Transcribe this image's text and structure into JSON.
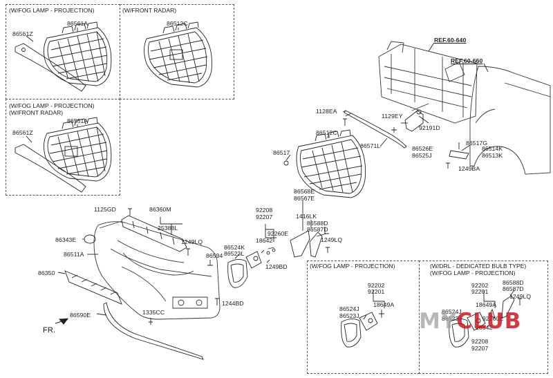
{
  "inset_headers": {
    "fog_projection": "(W/FOG LAMP - PROJECTION)",
    "front_radar": "(W/FRONT RADAR)",
    "fog_projection_radar_1": "(W/FOG LAMP - PROJECTION)",
    "fog_projection_radar_2": "(W/FRONT RADAR)",
    "fog_projection_lower": "(W/FOG LAMP - PROJECTION)",
    "drl_1": "(W/DRL - DEDICATED BULB TYPE)",
    "drl_2": "(W/FOG LAMP - PROJECTION)"
  },
  "refs": {
    "ref1": "REF.60-640",
    "ref2": "REF.60-660"
  },
  "labels": {
    "a1": "86561A",
    "z1": "86561Z",
    "c1": "86512C",
    "a2": "86561A",
    "z2": "86561Z",
    "ea": "1128EA",
    "ey": "1129EY",
    "d": "92191D",
    "c2": "86512C",
    "l71": "86571L",
    "e26": "86526E",
    "j25": "86525J",
    "g17": "86517G",
    "k14": "86514K",
    "k13": "86513K",
    "b517": "86517",
    "ba": "1249BA",
    "e68": "86568E",
    "e67": "86567E",
    "lk": "1416LK",
    "d88": "86588D",
    "d87": "86587D",
    "p208": "92208",
    "p207": "92207",
    "e260": "92260E",
    "k524": "86524K",
    "l523": "86523L",
    "p642": "18642",
    "bd": "1249BD",
    "gd": "1125GD",
    "m360": "86360M",
    "l388": "25388L",
    "lq": "1249LQ",
    "e343": "86343E",
    "a511": "86511A",
    "p594": "86594",
    "p350": "86350",
    "bd44": "1244BD",
    "e590": "86590E",
    "cc": "1335CC",
    "f202": "92202",
    "f201": "92201",
    "j524": "86524J",
    "j523": "86523J",
    "a649": "18649A",
    "r202": "92202",
    "r201": "92201",
    "r588": "86588D",
    "r587": "86587D",
    "rlq": "1249LQ",
    "r524": "86524J",
    "r523": "86523J",
    "r649": "18649A",
    "r260": "92260E",
    "r642": "18642",
    "r208": "92208",
    "r207": "92207"
  },
  "direction": "FR.",
  "watermark": {
    "part1": "MY",
    "part2": "",
    "part3": "CLUB"
  },
  "colors": {
    "line": "#222222",
    "box": "#555555",
    "watermark": "#cc1a22",
    "watermark_grey": "#9a9a9a"
  }
}
